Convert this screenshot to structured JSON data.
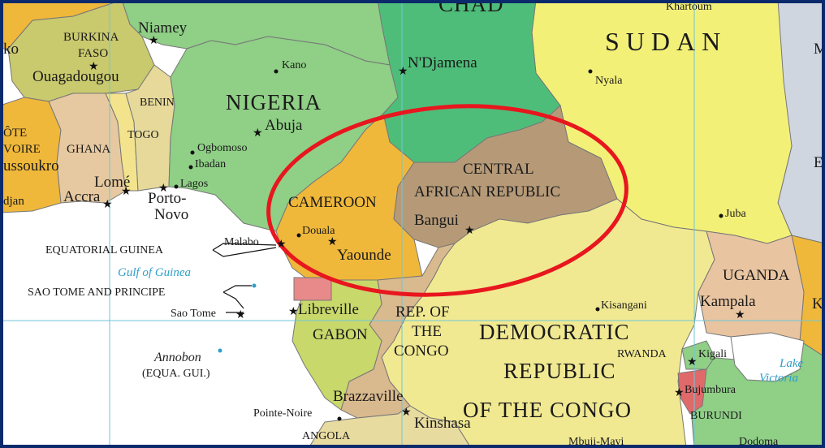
{
  "colors": {
    "border_frame": "#0b2a6b",
    "ocean": "#ffffff",
    "nigeria": "#8fcf86",
    "niger_chad_top": "#8fcf86",
    "chad": "#4fbd7a",
    "sudan": "#f3f078",
    "cameroon": "#f0b83a",
    "car": "#b69a78",
    "drc": "#f1e991",
    "gabon": "#c9d86a",
    "congo": "#d9b98e",
    "benin": "#e6d99a",
    "togo": "#f3e38c",
    "ghana": "#e6c9a0",
    "burkina": "#c9c96e",
    "ivory": "#f0b83a",
    "uganda": "#e8c4a0",
    "eq_guinea": "#e88a8a",
    "rwanda": "#8fcf86",
    "burundi": "#e06a6a",
    "angola": "#e8dba0",
    "ethiopia": "#cfd6e0",
    "kenya": "#f0b83a",
    "lake": "#ffffff",
    "ellipse": "#e8161e",
    "graticule": "#6fc6d8",
    "borders": "#777777"
  },
  "labels": {
    "chad_partial": "CHAD",
    "khartoum": "Khartoum",
    "sudan": "SUDAN",
    "nyala": "Nyala",
    "ndjamena": "N'Djamena",
    "niamey": "Niamey",
    "burkina_1": "BURKINA",
    "burkina_2": "FASO",
    "ouagadougou": "Ouagadougou",
    "ko_partial": "ko",
    "kano": "Kano",
    "nigeria": "NIGERIA",
    "benin": "BENIN",
    "abuja": "Abuja",
    "togo": "TOGO",
    "cote_1": "ÔTE",
    "cote_2": "VOIRE",
    "ghana": "GHANA",
    "ogbomoso": "Ogbomoso",
    "ibadan": "Ibadan",
    "lagos": "Lagos",
    "yamoussoukro_partial": "ussoukro",
    "lome": "Lomé",
    "accra": "Accra",
    "porto_1": "Porto-",
    "porto_2": "Novo",
    "abidjan_partial": "djan",
    "car_1": "CENTRAL",
    "car_2": "AFRICAN REPUBLIC",
    "cameroon": "CAMEROON",
    "bangui": "Bangui",
    "juba": "Juba",
    "douala": "Douala",
    "yaounde": "Yaounde",
    "malabo": "Malabo",
    "equatorial_guinea": "EQUATORIAL GUINEA",
    "gulf_of_guinea": "Gulf of Guinea",
    "sao_tome_principe": "SAO TOME AND PRINCIPE",
    "sao_tome": "Sao Tome",
    "libreville": "Libreville",
    "rep_congo_1": "REP. OF",
    "rep_congo_2": "THE",
    "rep_congo_3": "CONGO",
    "gabon": "GABON",
    "drc_1": "DEMOCRATIC",
    "drc_2": "REPUBLIC",
    "drc_3": "OF THE CONGO",
    "kisangani": "Kisangani",
    "uganda": "UGANDA",
    "kampala": "Kampala",
    "k_partial": "K",
    "rwanda": "RWANDA",
    "kigali": "Kigali",
    "lake_1": "Lake",
    "lake_2": "Victoria",
    "bujumbura": "Bujumbura",
    "burundi": "BURUNDI",
    "annobon": "Annobon",
    "annobon_sub": "(EQUA. GUI.)",
    "brazzaville": "Brazzaville",
    "kinshasa": "Kinshasa",
    "pointe_noire": "Pointe-Noire",
    "angola": "ANGOLA",
    "mbuji_partial": "Mbuji-Mayi",
    "dodoma_partial": "Dodoma",
    "m_partial": "M",
    "e_partial": "E"
  }
}
